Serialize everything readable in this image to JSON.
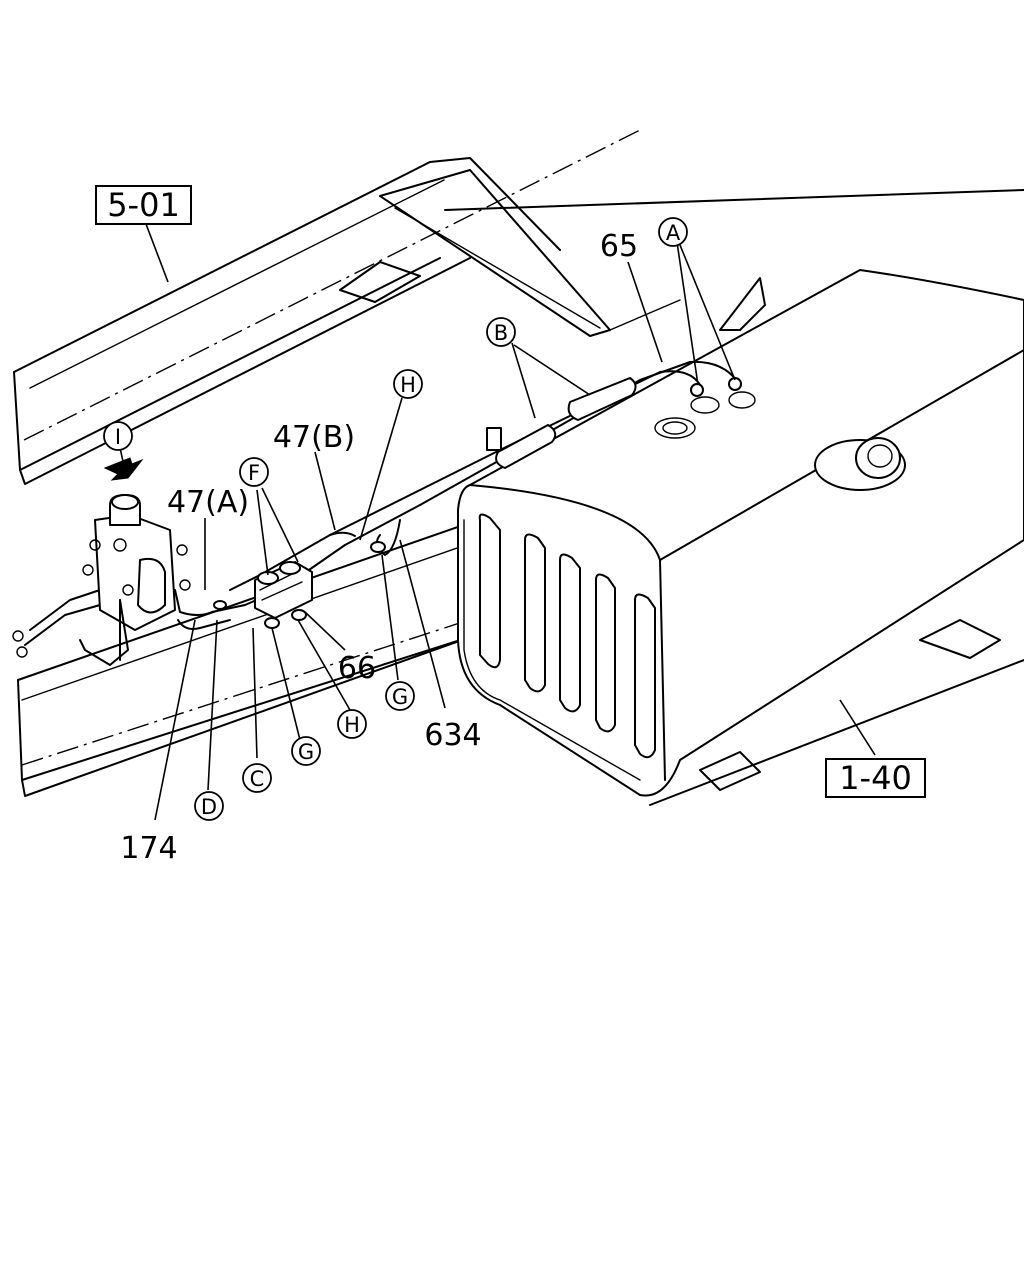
{
  "references": {
    "frame": "5-01",
    "fuel_tank": "1-40"
  },
  "part_numbers": {
    "p65": "65",
    "p47b": "47(B)",
    "p47a": "47(A)",
    "p66": "66",
    "p634": "634",
    "p174": "174"
  },
  "callouts": {
    "A": "A",
    "B": "B",
    "C": "C",
    "D": "D",
    "F": "F",
    "G": "G",
    "H": "H",
    "I": "I"
  }
}
